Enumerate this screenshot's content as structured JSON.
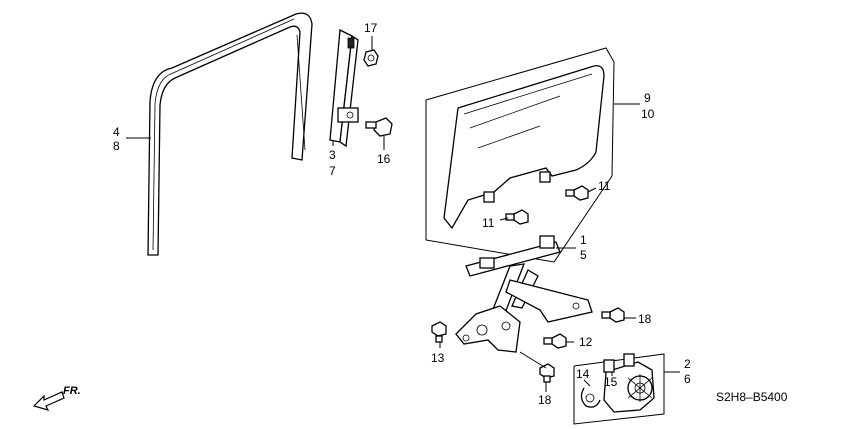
{
  "labels": {
    "p4": "4",
    "p8": "8",
    "p3": "3",
    "p7": "7",
    "p17": "17",
    "p16": "16",
    "p9": "9",
    "p10": "10",
    "p11a": "11",
    "p11b": "11",
    "p1": "1",
    "p5": "5",
    "p18a": "18",
    "p13": "13",
    "p12": "12",
    "p18b": "18",
    "p2": "2",
    "p6": "6",
    "p14": "14",
    "p15": "15"
  },
  "diagram_code": "S2H8–B5400",
  "direction_label": "FR."
}
